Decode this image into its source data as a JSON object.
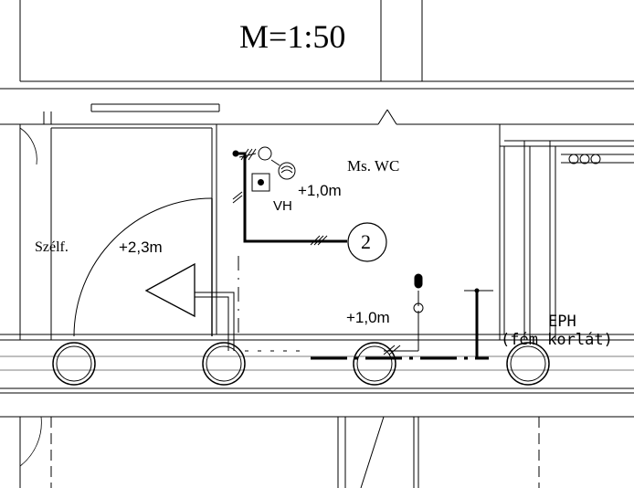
{
  "title_block": {
    "scale": "M=1:50"
  },
  "room": {
    "name": "Ms. WC"
  },
  "fixtures": {
    "vh_label": "VH",
    "vh_height": "+1,0m",
    "switch_height": "+1,0m",
    "heater_height": "+2,3m"
  },
  "circuit": {
    "number": "2"
  },
  "door": {
    "label": "Szélf."
  },
  "eph": {
    "label": "EPH",
    "note": "(fém korlát)"
  },
  "colors": {
    "ink": "#000000",
    "background": "#ffffff"
  }
}
